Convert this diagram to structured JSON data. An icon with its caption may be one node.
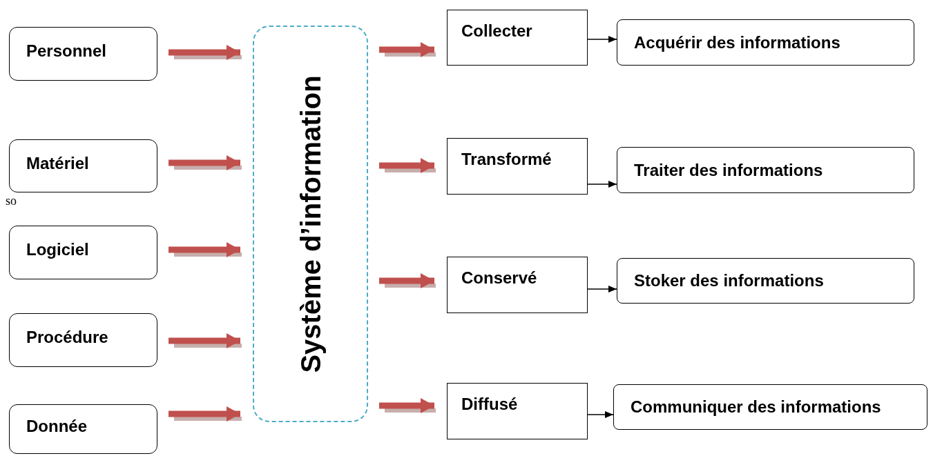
{
  "diagram": {
    "nodes": [
      {
        "text": [
          "Personnel"
        ]
      },
      {
        "text": [
          "Matériel"
        ]
      },
      {
        "text": [
          "Logiciel"
        ]
      },
      {
        "text": [
          "Procédure"
        ]
      },
      {
        "text": [
          "Donnée"
        ]
      },
      {
        "text": [
          "Système d’information"
        ]
      },
      {
        "text": [
          "Collecter"
        ]
      },
      {
        "text": [
          "Transformé"
        ]
      },
      {
        "text": [
          "Conservé"
        ]
      },
      {
        "text": [
          "Diffusé"
        ]
      },
      {
        "text": [
          "Acquérir des informations"
        ]
      },
      {
        "text": [
          "Traiter des informations"
        ]
      },
      {
        "text": [
          "Stoker des informations"
        ]
      },
      {
        "text": [
          "Communiquer des informations"
        ]
      }
    ],
    "edges": [
      {
        "from": 0,
        "to": 5,
        "arrow": "to"
      },
      {
        "from": 1,
        "to": 5,
        "arrow": "to"
      },
      {
        "from": 2,
        "to": 5,
        "arrow": "to"
      },
      {
        "from": 3,
        "to": 5,
        "arrow": "to"
      },
      {
        "from": 4,
        "to": 5,
        "arrow": "to"
      },
      {
        "from": 5,
        "to": 6,
        "arrow": "to"
      },
      {
        "from": 5,
        "to": 7,
        "arrow": "to"
      },
      {
        "from": 5,
        "to": 8,
        "arrow": "to"
      },
      {
        "from": 5,
        "to": 9,
        "arrow": "to"
      },
      {
        "from": 6,
        "to": 10,
        "arrow": "to",
        "color": "#000000"
      },
      {
        "from": 7,
        "to": 11,
        "arrow": "to",
        "color": "#000000"
      },
      {
        "from": 8,
        "to": 12,
        "arrow": "to",
        "color": "#000000"
      },
      {
        "from": 9,
        "to": 13,
        "arrow": "to",
        "color": "#000000"
      }
    ],
    "labels": [
      "so"
    ]
  }
}
